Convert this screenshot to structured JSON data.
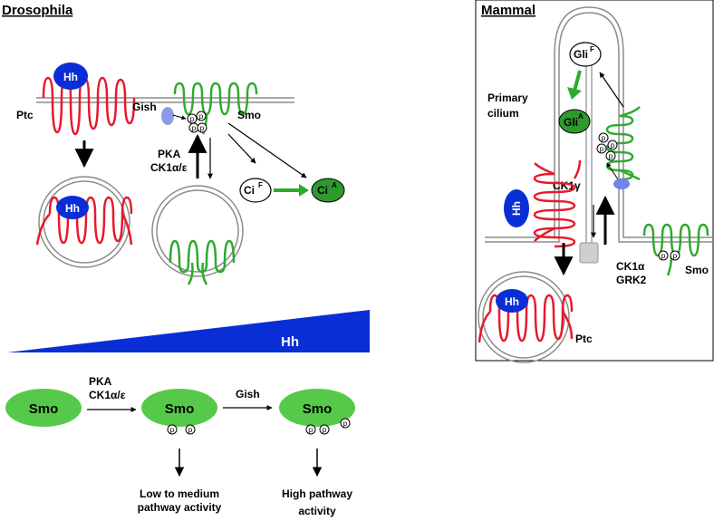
{
  "colors": {
    "hh": "#0a2ed6",
    "ptc": "#e8192c",
    "smo": "#2eaa2e",
    "smo_fill": "#57c94a",
    "ci_active": "#2e9a2e",
    "membrane": "#8c8c8c",
    "gish": "#8a9be8",
    "gradient": "#0a2ed6",
    "green_arrow": "#2eaa2e"
  },
  "drosophila": {
    "title": "Drosophila",
    "hh": "Hh",
    "ptc": "Ptc",
    "gish": "Gish",
    "smo": "Smo",
    "pka": "PKA",
    "ck1": "CK1α/ε",
    "ci_f": "Ci",
    "ci_f_sup": "F",
    "ci_a": "Ci",
    "ci_a_sup": "A",
    "hh_endosome": "Hh",
    "phospho": "p"
  },
  "mammal": {
    "title": "Mammal",
    "primary": "Primary",
    "cilium": "cilium",
    "gli_f": "Gli",
    "gli_f_sup": "F",
    "gli_a": "Gli",
    "gli_a_sup": "A",
    "ck1g": "CK1γ",
    "hh_membrane": "Hh",
    "ck1a": "CK1α",
    "grk2": "GRK2",
    "smo": "Smo",
    "hh_endosome": "Hh",
    "ptc": "Ptc",
    "phospho": "p"
  },
  "gradient": {
    "label": "Hh"
  },
  "pathway": {
    "smo1": "Smo",
    "kinases_line1": "PKA",
    "kinases_line2": "CK1α/ε",
    "smo2": "Smo",
    "gish": "Gish",
    "smo3": "Smo",
    "low_line1": "Low to medium",
    "low_line2": "pathway activity",
    "high_line1": "High pathway",
    "high_line2": "activity",
    "phospho": "p"
  }
}
